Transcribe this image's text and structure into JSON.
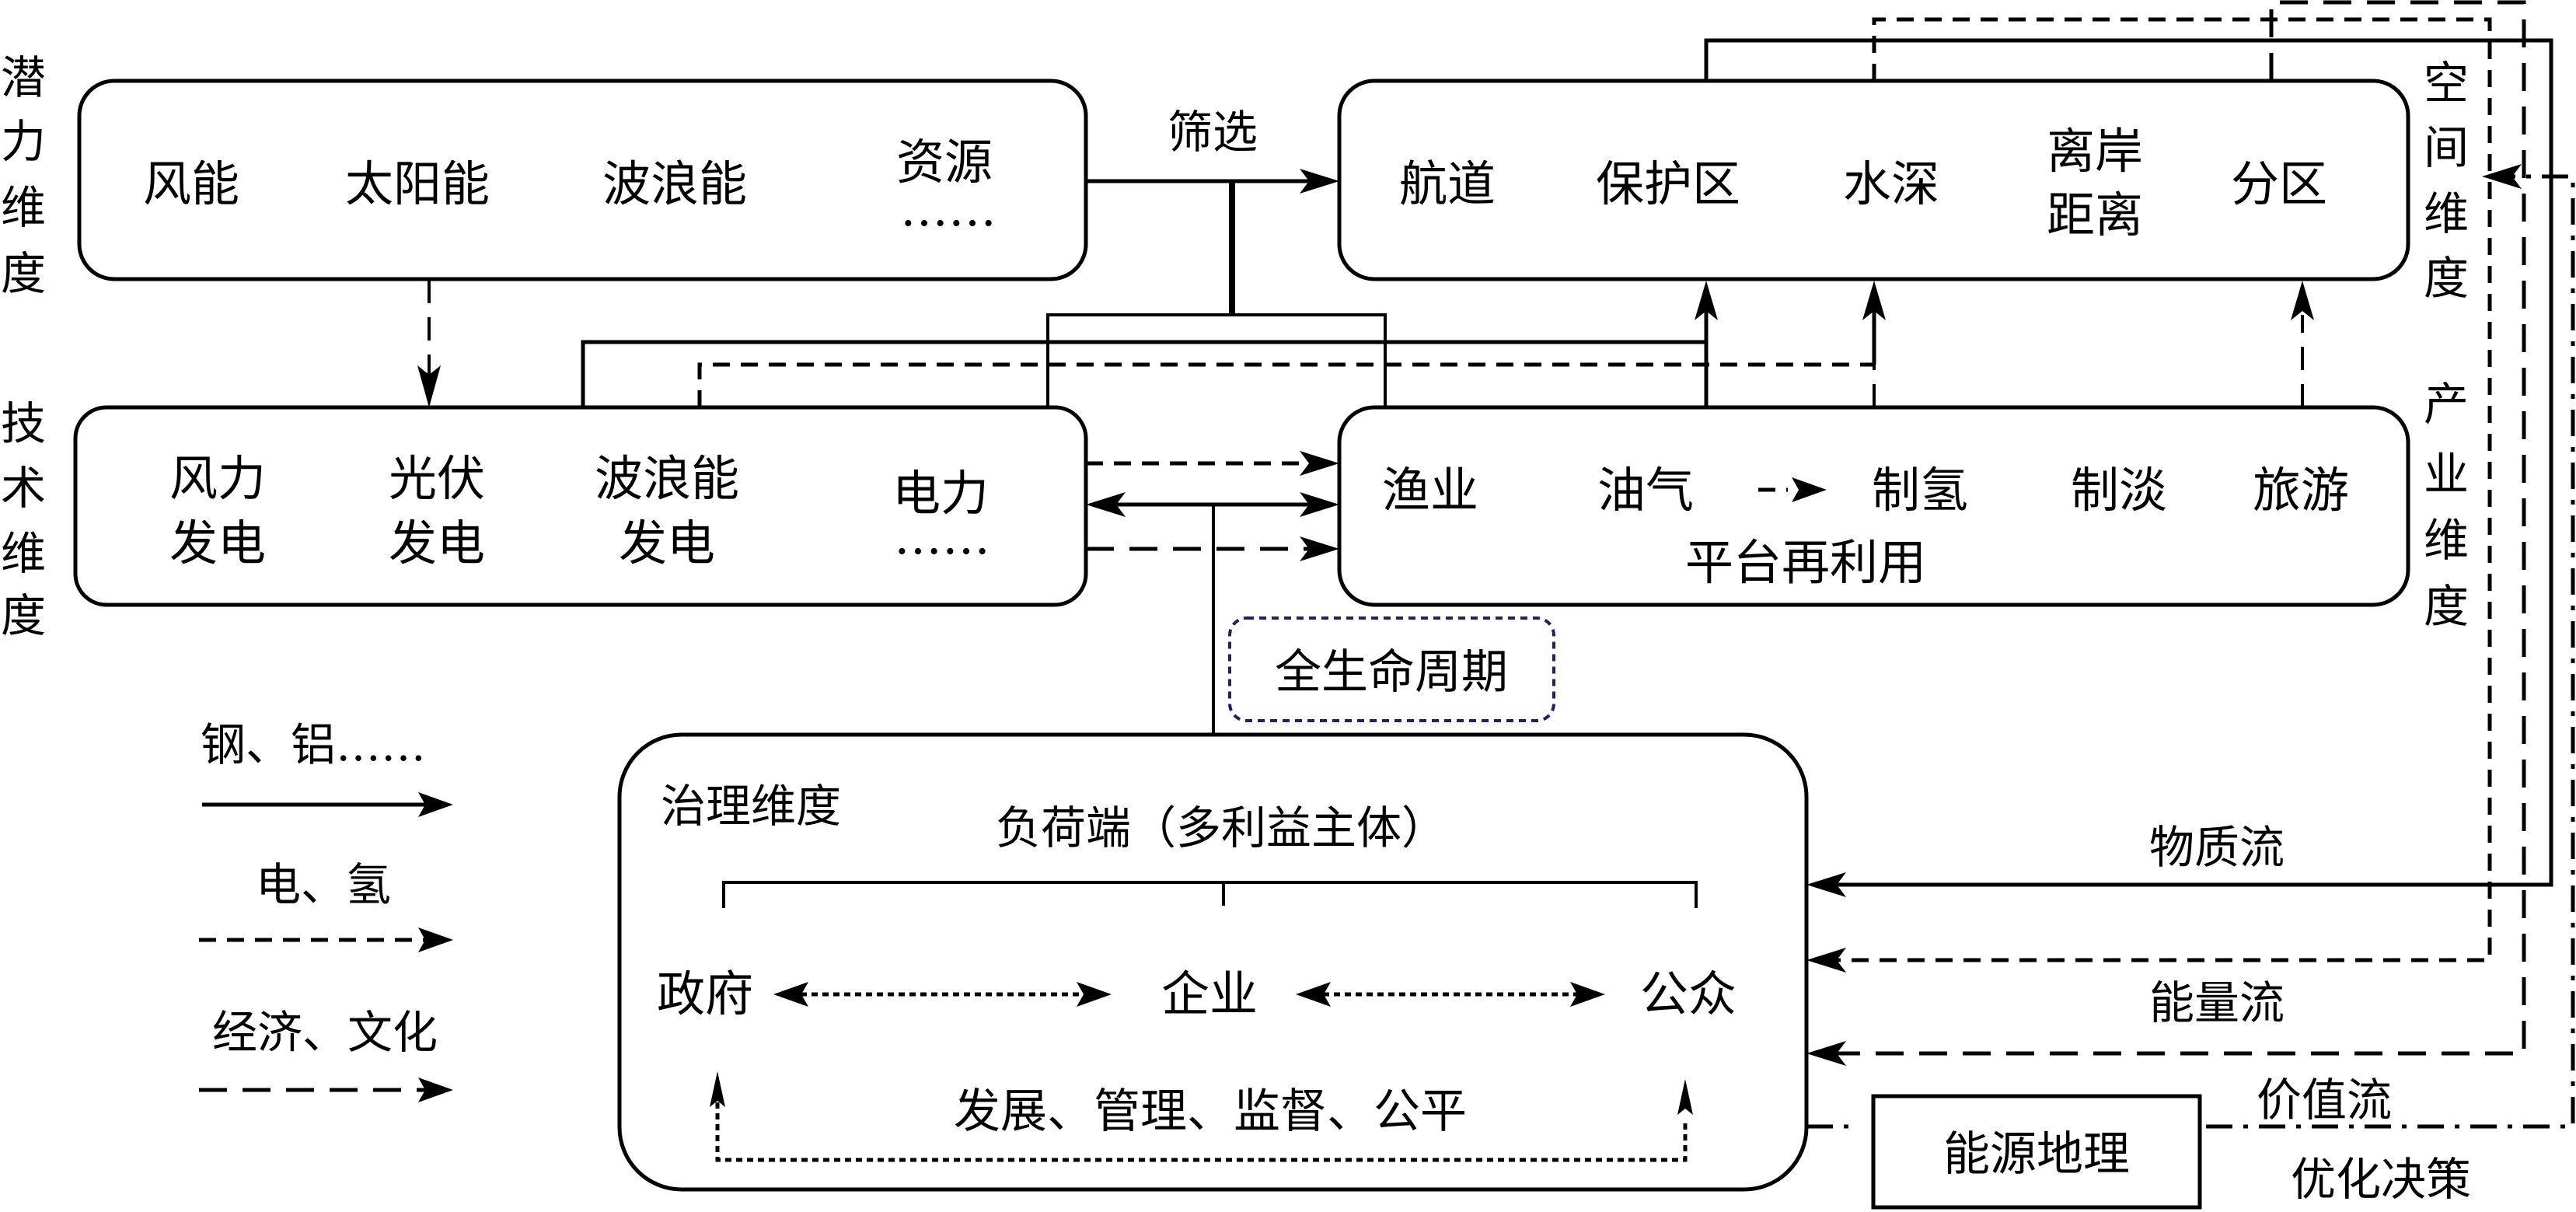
{
  "dimensions": {
    "potential": {
      "side_label": "潜力维度",
      "items": [
        "风能",
        "太阳能",
        "波浪能"
      ],
      "last_item": {
        "line1": "资源",
        "line2": "……"
      }
    },
    "technology": {
      "side_label": "技术维度",
      "items": [
        {
          "line1": "风力",
          "line2": "发电"
        },
        {
          "line1": "光伏",
          "line2": "发电"
        },
        {
          "line1": "波浪能",
          "line2": "发电"
        }
      ],
      "last_item": {
        "line1": "电力",
        "line2": "……"
      }
    },
    "spatial": {
      "side_label": "空间维度",
      "items": [
        "航道",
        "保护区",
        "水深"
      ],
      "distance": {
        "line1": "离岸",
        "line2": "距离"
      },
      "zoning": "分区"
    },
    "industry": {
      "side_label": "产业维度",
      "items": [
        "渔业",
        "油气",
        "制氢",
        "制淡",
        "旅游"
      ],
      "sub_label": "平台再利用"
    },
    "governance": {
      "title": "治理维度",
      "load_side": "负荷端（多利益主体）",
      "actors": [
        "政府",
        "企业",
        "公众"
      ],
      "functions": "发展、管理、监督、公平"
    }
  },
  "connectors": {
    "filter_label": "筛选",
    "lifecycle_label": "全生命周期"
  },
  "flows": {
    "material": "物质流",
    "energy": "能量流",
    "value": "价值流",
    "decision": "优化决策",
    "energy_geography": "能源地理"
  },
  "legend": [
    {
      "label": "钢、铝……",
      "style": "solid"
    },
    {
      "label": "电、氢",
      "style": "short-dash"
    },
    {
      "label": "经济、文化",
      "style": "long-dash"
    }
  ],
  "colors": {
    "line": "#000000",
    "lifecycle_border": "#1b2657"
  }
}
